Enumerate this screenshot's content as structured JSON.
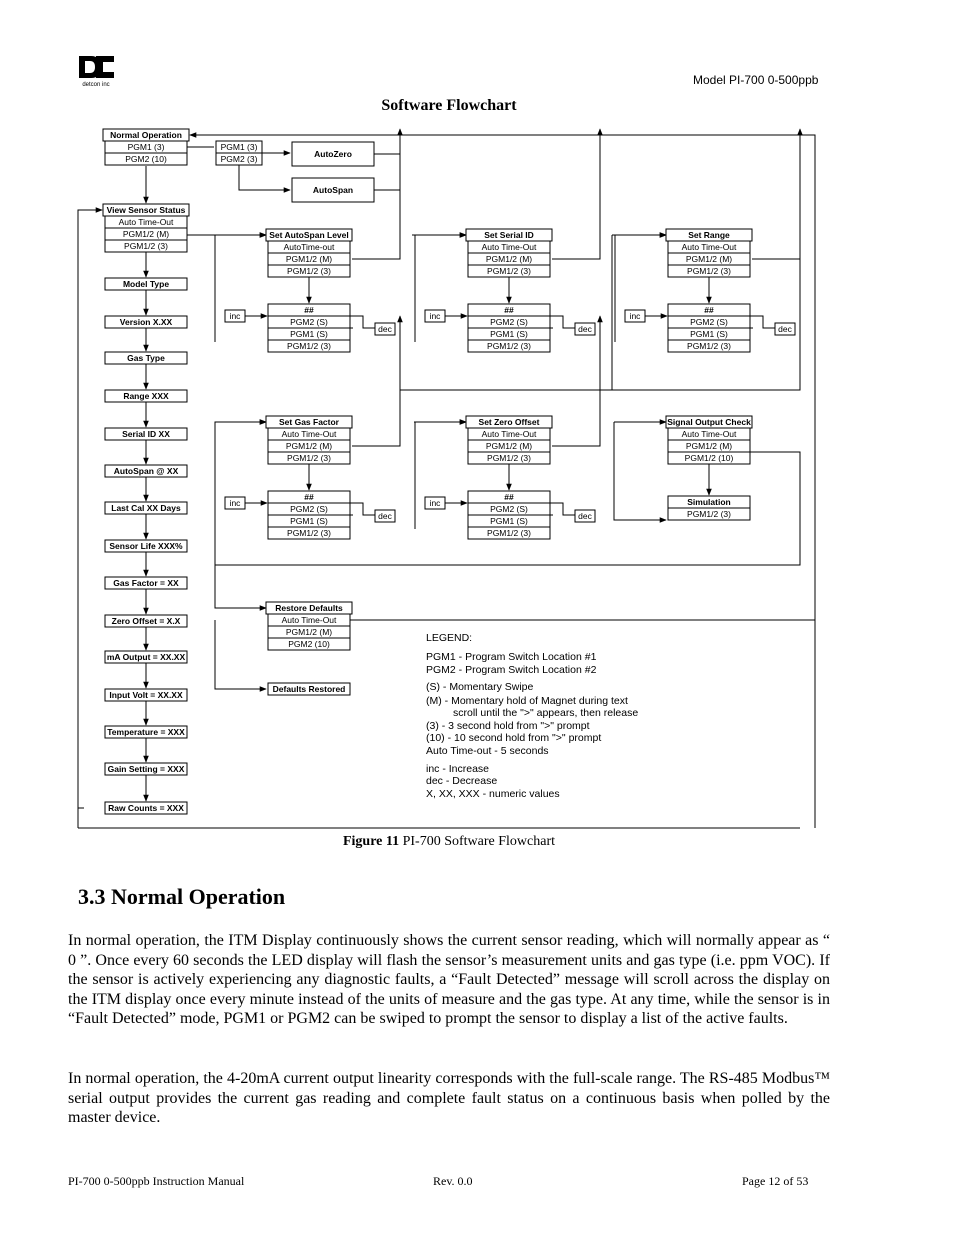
{
  "header": {
    "logo_text": "detcon inc",
    "model": "Model PI-700 0-500ppb"
  },
  "flowchart": {
    "title": "Software Flowchart",
    "normal_operation": {
      "title": "Normal Operation",
      "rows": [
        "PGM1 (3)",
        "PGM2 (10)"
      ]
    },
    "pgm_box": {
      "rows": [
        "PGM1 (3)",
        "PGM2 (3)"
      ]
    },
    "autozero": "AutoZero",
    "autospan": "AutoSpan",
    "view_sensor_status": {
      "title": "View Sensor Status",
      "rows": [
        "Auto Time-Out",
        "PGM1/2 (M)",
        "PGM1/2  (3)"
      ]
    },
    "status_items": [
      "Model Type",
      "Version X.XX",
      "Gas Type",
      "Range XXX",
      "Serial ID XX",
      "AutoSpan @ XX",
      "Last Cal XX Days",
      "Sensor Life XXX%",
      "Gas Factor = XX",
      "Zero Offset = X.X",
      "mA Output = XX.XX",
      "Input Volt = XX.XX",
      "Temperature = XXX",
      "Gain Setting = XXX",
      "Raw Counts = XXX"
    ],
    "set_autospan": {
      "title": "Set AutoSpan Level",
      "rows": [
        "AutoTime-out",
        "PGM1/2 (M)",
        "PGM1/2 (3)"
      ]
    },
    "set_serial": {
      "title": "Set Serial ID",
      "rows": [
        "Auto Time-Out",
        "PGM1/2 (M)",
        "PGM1/2 (3)"
      ]
    },
    "set_range": {
      "title": "Set Range",
      "rows": [
        "Auto Time-Out",
        "PGM1/2 (M)",
        "PGM1/2 (3)"
      ]
    },
    "set_gas_factor": {
      "title": "Set Gas Factor",
      "rows": [
        "Auto Time-Out",
        "PGM1/2 (M)",
        "PGM1/2 (3)"
      ]
    },
    "set_zero_offset": {
      "title": "Set Zero Offset",
      "rows": [
        "Auto Time-Out",
        "PGM1/2 (M)",
        "PGM1/2 (3)"
      ]
    },
    "signal_output": {
      "title": "Signal Output Check",
      "rows": [
        "Auto Time-Out",
        "PGM1/2 (M)",
        "PGM1/2 (10)"
      ]
    },
    "value_box": {
      "title": "##",
      "rows": [
        "PGM2 (S)",
        "PGM1 (S)",
        "PGM1/2 (3)"
      ]
    },
    "simulation": {
      "title": "Simulation",
      "rows": [
        "PGM1/2 (3)"
      ]
    },
    "restore_defaults": {
      "title": "Restore Defaults",
      "rows": [
        "Auto Time-Out",
        "PGM1/2 (M)",
        "PGM2 (10)"
      ]
    },
    "defaults_restored": "Defaults Restored",
    "inc": "inc",
    "dec": "dec",
    "legend": {
      "title": "LEGEND:",
      "lines": [
        "PGM1 - Program Switch Location #1",
        "PGM2 - Program Switch Location #2",
        "(S) - Momentary Swipe",
        "(M) - Momentary hold of Magnet during  text",
        "scroll until the \">\" appears, then release",
        "(3) - 3 second hold from \">\" prompt",
        "(10) - 10 second hold from \">\" prompt",
        "Auto Time-out - 5 seconds",
        "inc - Increase",
        "dec - Decrease",
        "X, XX, XXX - numeric values"
      ]
    }
  },
  "caption": {
    "label": "Figure 11",
    "text": " PI-700 Software Flowchart"
  },
  "section": {
    "title": "3.3 Normal Operation"
  },
  "paragraphs": [
    "In normal operation, the ITM Display continuously shows the current sensor reading, which will normally appear as “ 0 ”.  Once every 60 seconds the LED display will flash the sensor’s measurement units and gas type (i.e. ppm VOC).  If the sensor is actively experiencing any diagnostic faults, a “Fault Detected” message will scroll across the display on the ITM display once every minute instead of the units of measure and the gas type.  At any time, while the sensor is in “Fault Detected” mode, PGM1 or PGM2 can be swiped to prompt the sensor to display a list of the active faults.",
    "In normal operation, the 4-20mA current output linearity corresponds with the full-scale range.  The RS-485 Modbus™ serial output provides the current gas reading and complete fault status on a continuous basis when polled by the master device."
  ],
  "footer": {
    "left": "PI-700 0-500ppb Instruction Manual",
    "middle": "Rev. 0.0",
    "right": "Page 12 of 53"
  }
}
